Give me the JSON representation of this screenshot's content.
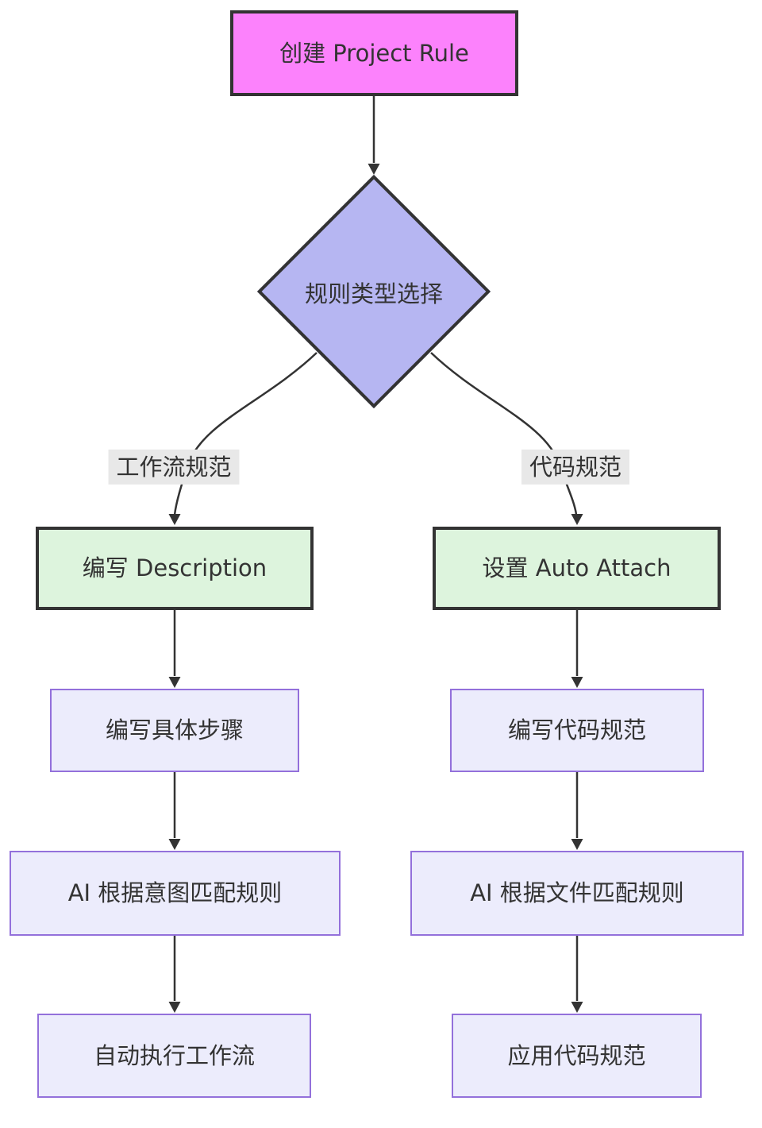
{
  "diagram": {
    "type": "flowchart",
    "direction": "top-down",
    "colors": {
      "text": "#333333",
      "edge": "#333333",
      "styled_node_stroke": "#333333",
      "default_node_stroke": "#9370db",
      "pink_fill": "#fc82fc",
      "purple_fill": "#b6b6f2",
      "green_fill": "#ddf4dd",
      "lavender_fill": "#ececfc"
    },
    "edge_label_bg": "#e8e8e8",
    "nodes": [
      {
        "id": "create",
        "label": "创建 Project Rule",
        "shape": "rect",
        "fill": "#fc82fc",
        "stroke": "#333333"
      },
      {
        "id": "type",
        "label": "规则类型选择",
        "shape": "diamond",
        "fill": "#b6b6f2",
        "stroke": "#333333"
      },
      {
        "id": "desc",
        "label": "编写 Description",
        "shape": "rect",
        "fill": "#ddf4dd",
        "stroke": "#333333"
      },
      {
        "id": "autoattach",
        "label": "设置 Auto Attach",
        "shape": "rect",
        "fill": "#ddf4dd",
        "stroke": "#333333"
      },
      {
        "id": "steps",
        "label": "编写具体步骤",
        "shape": "rect",
        "fill": "#ececfc",
        "stroke": "#9370db"
      },
      {
        "id": "codespec",
        "label": "编写代码规范",
        "shape": "rect",
        "fill": "#ececfc",
        "stroke": "#9370db"
      },
      {
        "id": "intent",
        "label": "AI 根据意图匹配规则",
        "shape": "rect",
        "fill": "#ececfc",
        "stroke": "#9370db"
      },
      {
        "id": "file",
        "label": "AI 根据文件匹配规则",
        "shape": "rect",
        "fill": "#ececfc",
        "stroke": "#9370db"
      },
      {
        "id": "runflow",
        "label": "自动执行工作流",
        "shape": "rect",
        "fill": "#ececfc",
        "stroke": "#9370db"
      },
      {
        "id": "applycode",
        "label": "应用代码规范",
        "shape": "rect",
        "fill": "#ececfc",
        "stroke": "#9370db"
      }
    ],
    "edges": [
      {
        "from": "create",
        "to": "type",
        "label": ""
      },
      {
        "from": "type",
        "to": "desc",
        "label": "工作流规范"
      },
      {
        "from": "type",
        "to": "autoattach",
        "label": "代码规范"
      },
      {
        "from": "desc",
        "to": "steps",
        "label": ""
      },
      {
        "from": "autoattach",
        "to": "codespec",
        "label": ""
      },
      {
        "from": "steps",
        "to": "intent",
        "label": ""
      },
      {
        "from": "codespec",
        "to": "file",
        "label": ""
      },
      {
        "from": "intent",
        "to": "runflow",
        "label": ""
      },
      {
        "from": "file",
        "to": "applycode",
        "label": ""
      }
    ]
  }
}
